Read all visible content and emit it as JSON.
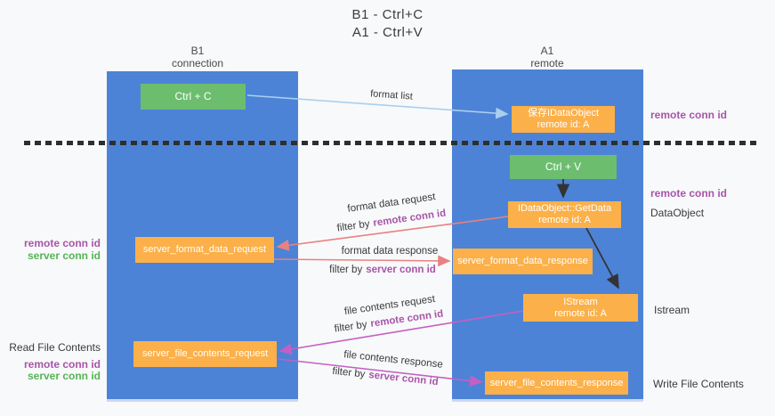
{
  "title": {
    "line1": "B1 - Ctrl+C",
    "line2": "A1 - Ctrl+V"
  },
  "lanes": {
    "left": {
      "title": "B1",
      "subtitle": "connection"
    },
    "right": {
      "title": "A1",
      "subtitle": "remote"
    }
  },
  "nodes": {
    "ctrl_c": {
      "label": "Ctrl + C"
    },
    "ctrl_v": {
      "label": "Ctrl + V"
    },
    "save_idataobject": {
      "line1": "保存IDataObject",
      "line2": "remote id: A"
    },
    "idataobject_getdata": {
      "line1": "IDataObject::GetData",
      "line2": "remote id: A"
    },
    "istream": {
      "line1": "IStream",
      "line2": "remote id: A"
    },
    "server_format_data_request": {
      "label": "server_format_data_request"
    },
    "server_format_data_response": {
      "label": "server_format_data_response"
    },
    "server_file_contents_request": {
      "label": "server_file_contents_request"
    },
    "server_file_contents_response": {
      "label": "server_file_contents_response"
    }
  },
  "side_labels": {
    "right_remote_conn_id_top": "remote conn id",
    "right_remote_conn_id_mid": "remote conn id",
    "dataobject": "DataObject",
    "istream": "Istream",
    "write_file_contents": "Write File Contents",
    "left_remote_conn_id_top": "remote conn id",
    "left_server_conn_id_top": "server conn id",
    "read_file_contents": "Read File Contents",
    "left_remote_conn_id_bottom": "remote conn id",
    "left_server_conn_id_bottom": "server conn id"
  },
  "arrow_labels": {
    "format_list": "format list",
    "format_data_request": "format data request",
    "format_data_response": "format data response",
    "file_contents_request": "file contents request",
    "file_contents_response": "file contents response",
    "filter_by_1": "filter by",
    "filter_value_1": "remote conn id",
    "filter_by_2": "filter by",
    "filter_value_2": "server conn id",
    "filter_by_3": "filter by",
    "filter_value_3": "remote conn id",
    "filter_by_4": "filter by",
    "filter_value_4": "server conn id"
  },
  "colors": {
    "lane_blue": "#4d83d6",
    "box_green": "#6dbd6f",
    "box_orange": "#fbb049",
    "arrow_light_blue": "#aacfee",
    "arrow_salmon": "#e88181",
    "arrow_magenta": "#c45fc4",
    "arrow_black": "#333333",
    "text_purple": "#a855a8",
    "text_green": "#56b456"
  }
}
